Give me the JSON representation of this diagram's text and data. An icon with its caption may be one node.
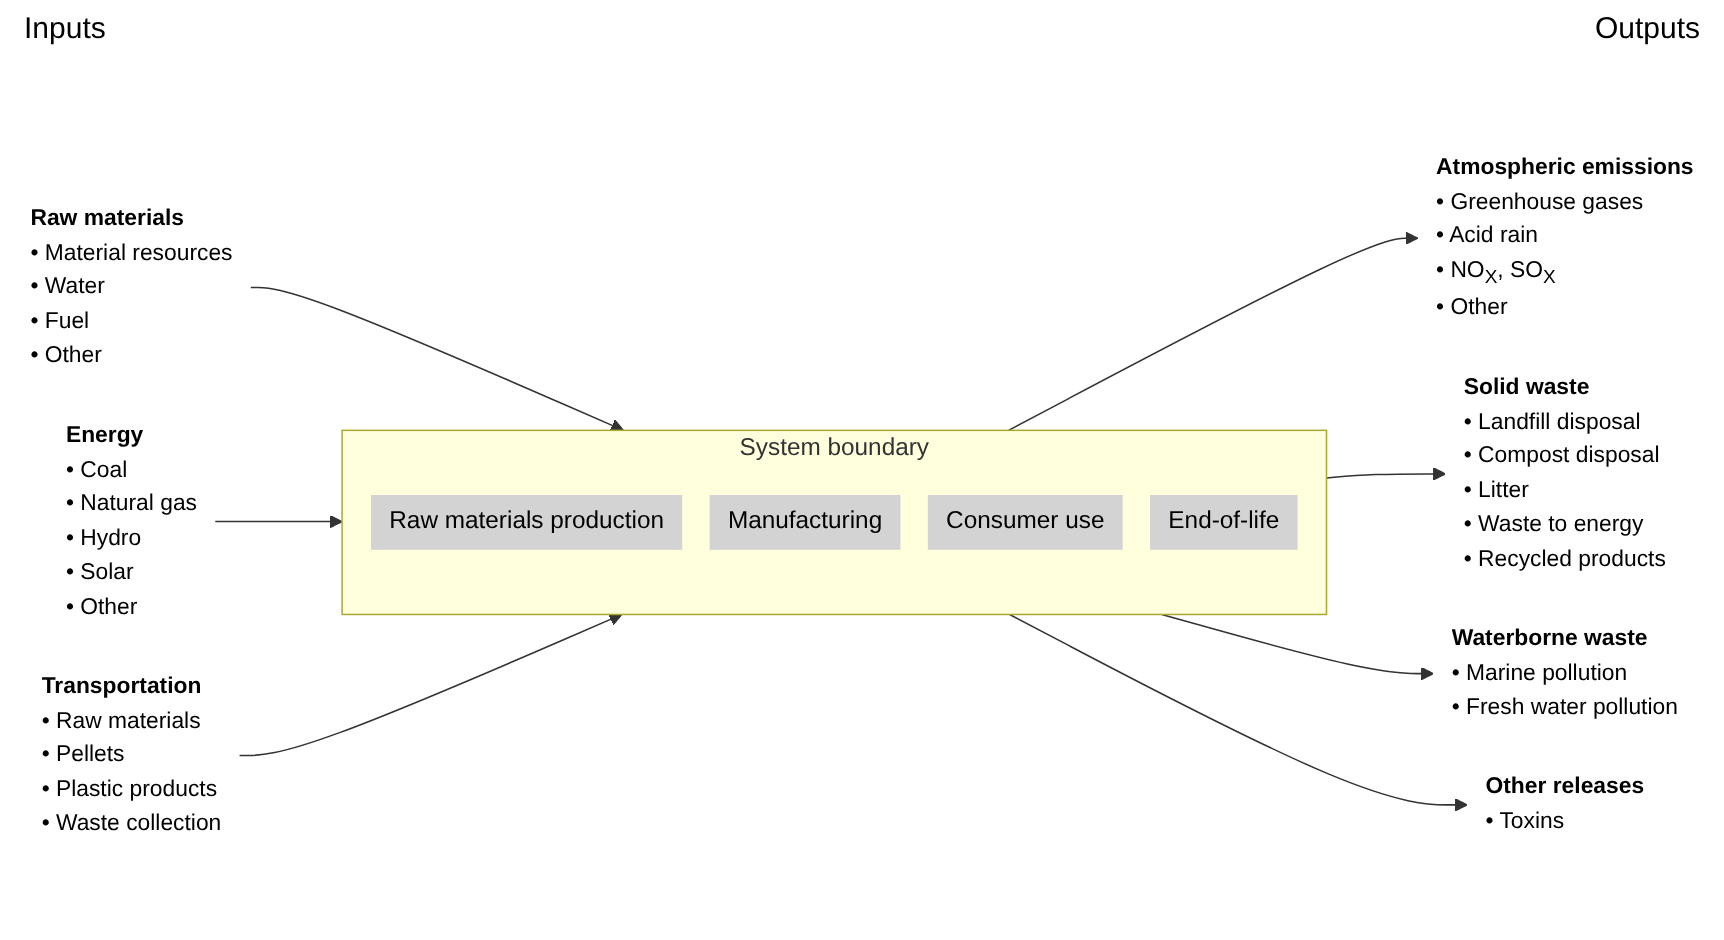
{
  "diagram": {
    "nodes": [
      {
        "text": [
          "Raw materials",
          "• Material resources",
          "• Water",
          "• Fuel",
          "• Other"
        ]
      },
      {
        "text": [
          "Energy",
          "• Coal",
          "• Natural gas",
          "• Hydro",
          "• Solar",
          "• Other"
        ]
      },
      {
        "text": [
          "Transportation",
          "• Raw materials",
          "• Pellets",
          "• Plastic products",
          "• Waste collection"
        ]
      },
      {
        "text": [
          "System boundary"
        ]
      },
      {
        "text": [
          "Raw materials production"
        ],
        "in": 3
      },
      {
        "text": [
          "Manufacturing"
        ],
        "in": 3
      },
      {
        "text": [
          "Consumer use"
        ],
        "in": 3
      },
      {
        "text": [
          "End-of-life"
        ],
        "in": 3
      },
      {
        "text": [
          "Atmospheric emissions",
          "• Greenhouse gases",
          "• Acid rain",
          "• NO$_{X}$, SO$_{X}$",
          "• Other"
        ]
      },
      {
        "text": [
          "Solid waste",
          "• Landfill disposal",
          "• Compost disposal",
          "• Litter",
          "• Waste to energy",
          "• Recycled products"
        ]
      },
      {
        "text": [
          "Waterborne waste",
          "• Marine pollution",
          "• Fresh water pollution"
        ]
      },
      {
        "text": [
          "Other releases",
          "• Toxins"
        ]
      }
    ],
    "edges": [
      {
        "from": 0,
        "to": 3,
        "arrow": "to"
      },
      {
        "from": 1,
        "to": 3,
        "arrow": "to"
      },
      {
        "from": 2,
        "to": 3,
        "arrow": "to"
      },
      {
        "from": 3,
        "to": 8,
        "arrow": "to"
      },
      {
        "from": 3,
        "to": 9,
        "arrow": "to"
      },
      {
        "from": 3,
        "to": 10,
        "arrow": "to"
      },
      {
        "from": 3,
        "to": 11,
        "arrow": "to"
      }
    ],
    "labels": [
      "Inputs",
      "Outputs"
    ]
  }
}
